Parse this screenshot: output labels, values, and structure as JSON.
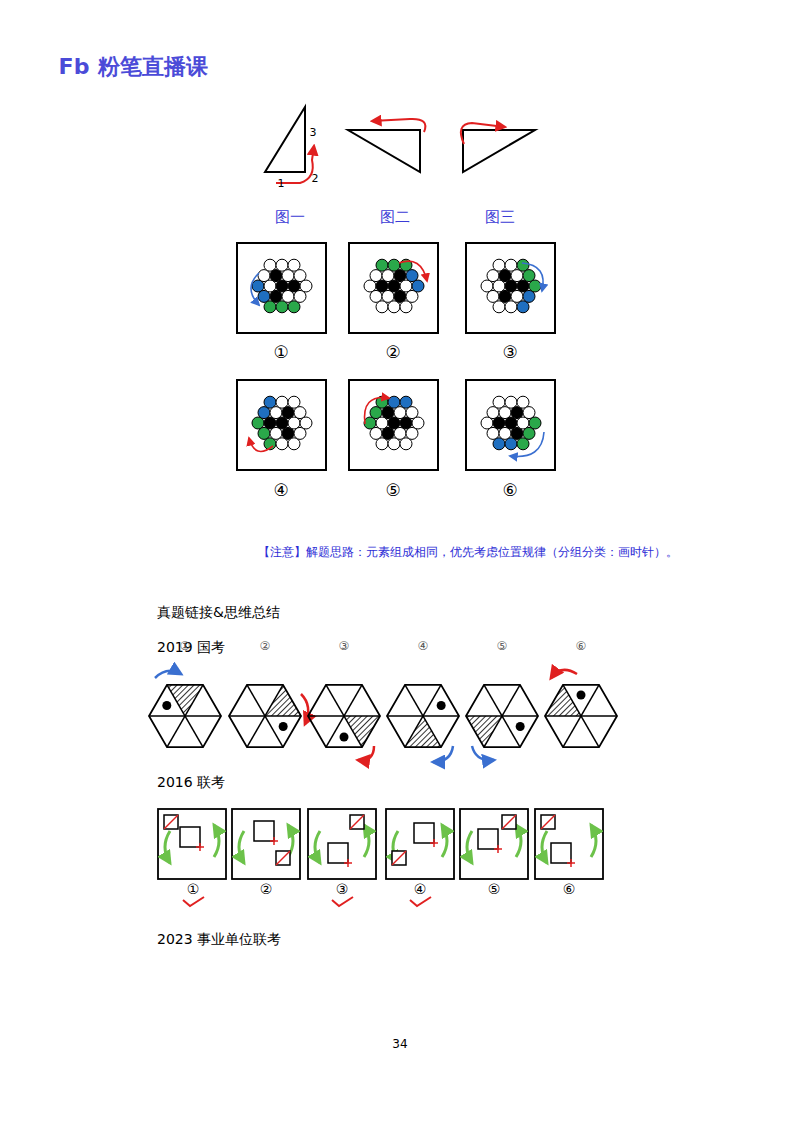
{
  "diagram": {
    "labels": [
      "Fb",
      "粉笔直播课",
      "3",
      "1",
      "2",
      "图一",
      "图二",
      "图三",
      "①",
      "②",
      "③",
      "④",
      "⑤",
      "⑥",
      "【注意】解题思路：元素组成相同，优先考虑位置规律（分组分类：画时针）。",
      "真题链接&思维总结",
      "2019 国考",
      "①",
      "②",
      "③",
      "④",
      "⑤",
      "⑥",
      "2016 联考",
      "①",
      "②",
      "③",
      "④",
      "⑤",
      "⑥",
      "2023 事业单位联考",
      "34"
    ]
  }
}
